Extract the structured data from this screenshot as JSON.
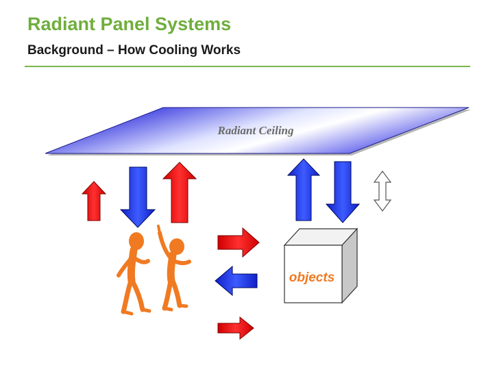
{
  "header": {
    "title": "Radiant Panel Systems",
    "subtitle": "Background – How Cooling Works"
  },
  "diagram": {
    "ceiling_label": "Radiant Ceiling",
    "object_label": "objects",
    "colors": {
      "title": "#6fae3c",
      "rule": "#7ab44a",
      "heat_arrow": "#ff1a1a",
      "cool_arrow": "#1f3ff0",
      "person": "#f07a22",
      "object_label": "#f07a22",
      "ceiling_dark": "#1f1fe0",
      "ceiling_light": "#eef0ff"
    }
  }
}
